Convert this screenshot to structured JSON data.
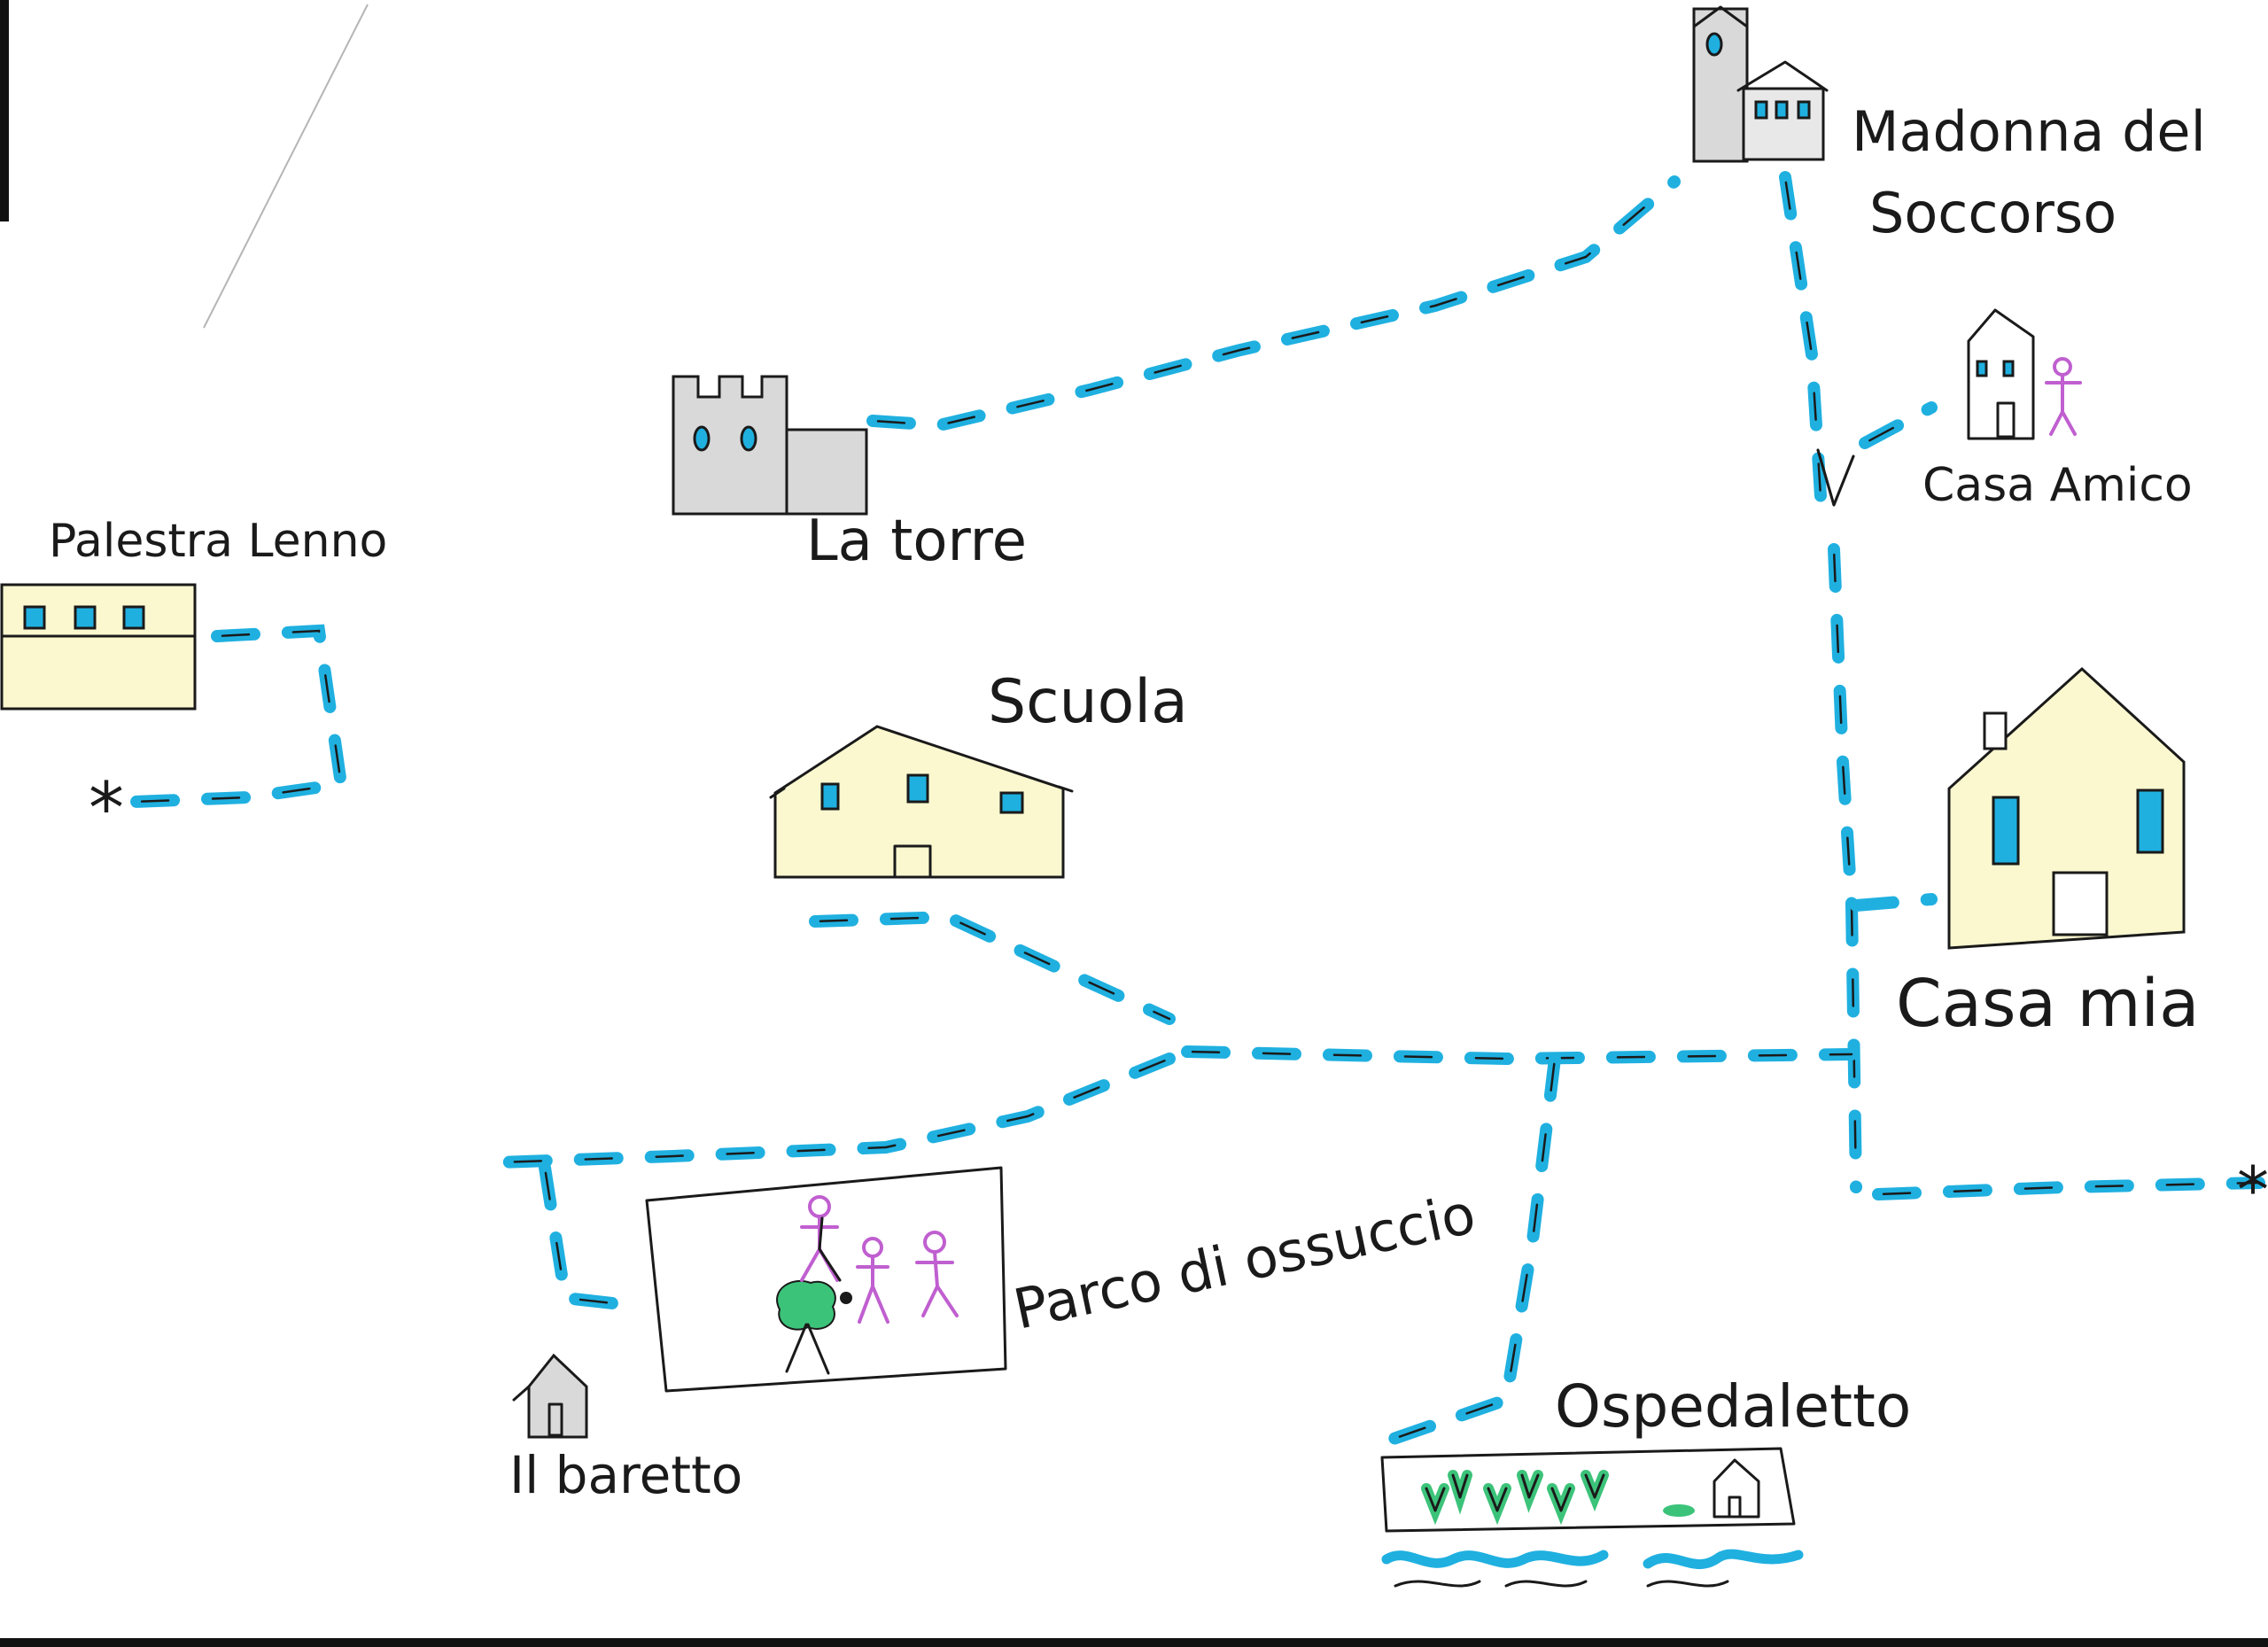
{
  "colors": {
    "path": "#1fb0e0",
    "ink": "#1a1a1a",
    "building_fill": "#fbf8cf",
    "tower_fill": "#d9d9d9",
    "people": "#c05fd0",
    "tree": "#3cc37a",
    "water": "#1fb0e0"
  },
  "places": {
    "madonna": {
      "line1": "Madonna del",
      "line2": "Soccorso"
    },
    "casa_amico": {
      "label": "Casa Amico"
    },
    "la_torre": {
      "label": "La torre"
    },
    "palestra": {
      "label": "Palestra Lenno"
    },
    "scuola": {
      "label": "Scuola"
    },
    "casa_mia": {
      "label": "Casa mia"
    },
    "parco": {
      "label": "Parco di ossuccio"
    },
    "baretto": {
      "label": "Il baretto"
    },
    "ospedaletto": {
      "label": "Ospedaletto"
    }
  },
  "markers": {
    "palestra_end": "*",
    "east_end": "*"
  }
}
